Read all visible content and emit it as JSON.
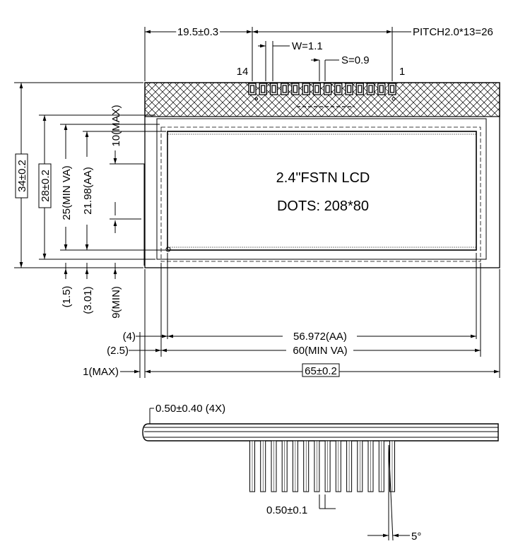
{
  "panel": {
    "title": "2.4\"FSTN LCD",
    "dots": "DOTS: 208*80"
  },
  "pins": {
    "first": "14",
    "last": "1"
  },
  "dims_top": {
    "offset": "19.5±0.3",
    "pitch": "PITCH2.0*13=26",
    "width": "W=1.1",
    "space": "S=0.9"
  },
  "dims_left": {
    "outline_h": "34±0.2",
    "view_h": "28±0.2",
    "va_h": "25(MIN VA)",
    "aa_h": "21.98(AA)",
    "max_10": "10(MAX)",
    "off_15": "(1.5)",
    "off_301": "(3.01)",
    "min_9": "9(MIN)"
  },
  "dims_bottom": {
    "off_4": "(4)",
    "aa_w": "56.972(AA)",
    "off_25": "(2.5)",
    "va_w": "60(MIN VA)",
    "max_1": "1(MAX)",
    "outline_w": "65±0.2"
  },
  "side_view": {
    "thickness": "0.50±0.40 (4X)",
    "pin_thickness": "0.50±0.1",
    "angle": "5°"
  }
}
